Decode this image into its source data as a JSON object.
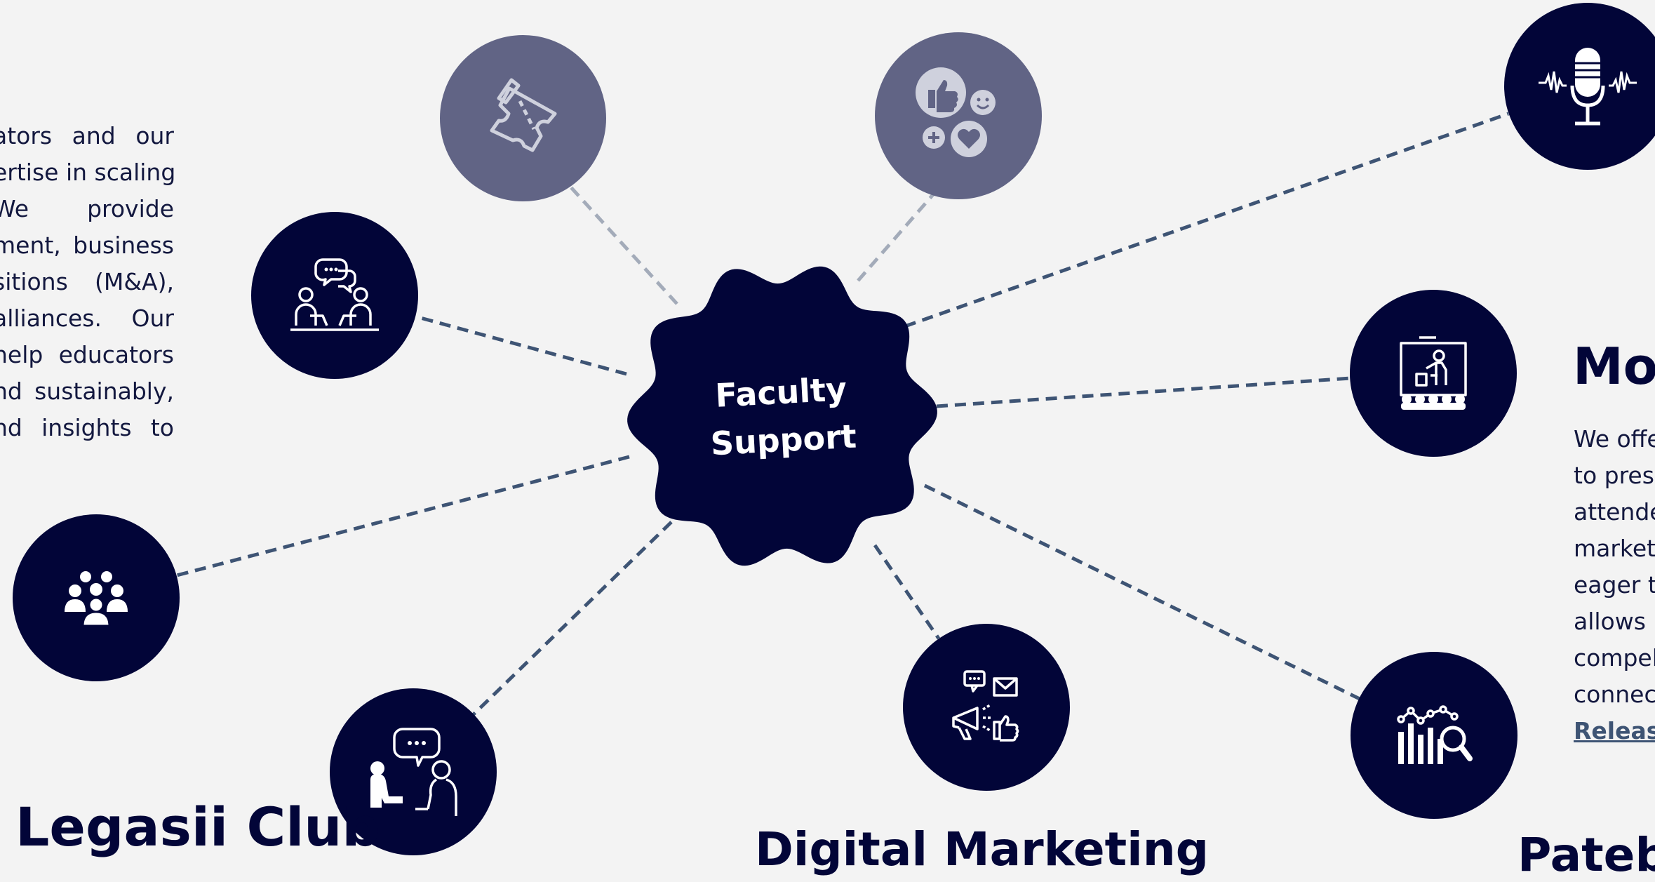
{
  "left_paragraph": {
    "lines": [
      "ators and our",
      "ertise in scaling",
      "We provide",
      "ment, business",
      "sitions (M&A),",
      "alliances. Our",
      "help educators",
      "nd sustainably,",
      "nd insights to"
    ]
  },
  "hub": {
    "line1": "Faculty",
    "line2": "Support"
  },
  "headings": {
    "legasii_club": "Legasii Club",
    "digital_marketing": "Digital Marketing",
    "mov": "Mov",
    "bottom_right": "Pateb"
  },
  "right_paragraph": {
    "lines": [
      "We offe",
      "to pres",
      "attende",
      "market",
      "eager t",
      "allows",
      "compel",
      "connec"
    ],
    "link": "Release"
  },
  "nodes": [
    {
      "name": "ticket-icon",
      "style": "muted"
    },
    {
      "name": "social-reactions-icon",
      "style": "muted"
    },
    {
      "name": "podcast-microphone-icon",
      "style": "dark"
    },
    {
      "name": "collaboration-chat-icon",
      "style": "dark"
    },
    {
      "name": "presentation-audience-icon",
      "style": "dark"
    },
    {
      "name": "community-group-icon",
      "style": "dark"
    },
    {
      "name": "consultation-conversation-icon",
      "style": "dark"
    },
    {
      "name": "digital-marketing-megaphone-icon",
      "style": "dark"
    },
    {
      "name": "analytics-chart-search-icon",
      "style": "dark"
    }
  ],
  "colors": {
    "background": "#f3f3f3",
    "navy": "#020538",
    "muted_purple": "#616485",
    "dashed_line": "#3e5474",
    "light_dashed_line": "#a3abb9"
  }
}
